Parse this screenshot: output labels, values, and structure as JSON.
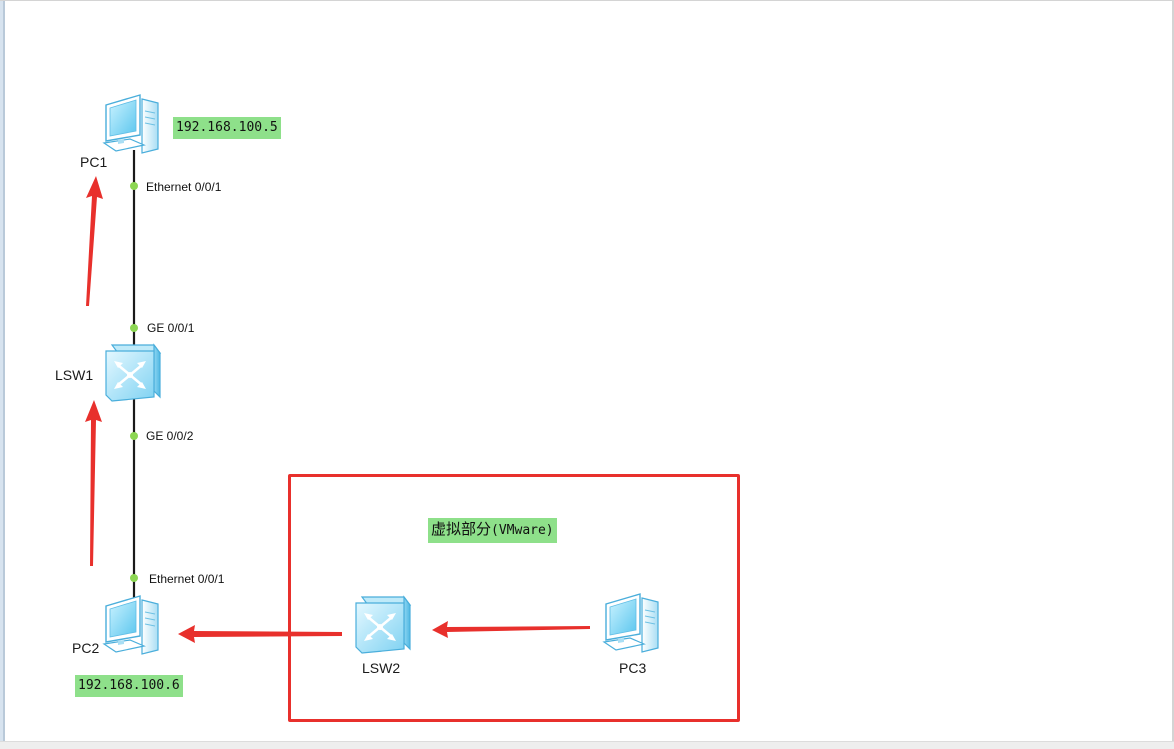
{
  "colors": {
    "link": "#1a1a1a",
    "port_dot": "#8cd653",
    "arrow": "#e8302c",
    "highlight": "#8ee08a",
    "region_border": "#e8302c"
  },
  "devices": {
    "pc1": {
      "name": "PC1",
      "icon": "pc-icon",
      "ip": "192.168.100.5"
    },
    "lsw1": {
      "name": "LSW1",
      "icon": "switch-icon"
    },
    "pc2": {
      "name": "PC2",
      "icon": "pc-icon",
      "ip": "192.168.100.6"
    },
    "lsw2": {
      "name": "LSW2",
      "icon": "switch-icon"
    },
    "pc3": {
      "name": "PC3",
      "icon": "pc-icon"
    }
  },
  "ports": {
    "pc1_port": "Ethernet 0/0/1",
    "lsw1_up": "GE 0/0/1",
    "lsw1_down": "GE 0/0/2",
    "pc2_port": "Ethernet 0/0/1"
  },
  "region": {
    "label_cn": "虚拟部分",
    "label_en": "(VMware)"
  }
}
